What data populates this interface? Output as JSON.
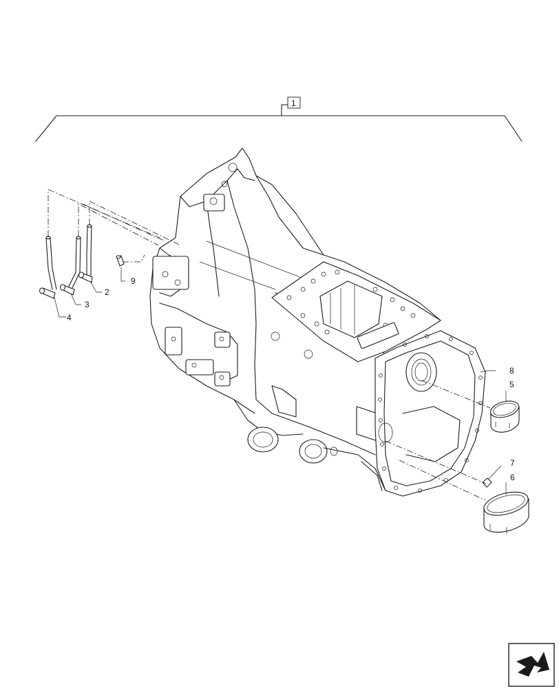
{
  "callouts": [
    {
      "id": "1",
      "boxed": true
    },
    {
      "id": "2"
    },
    {
      "id": "3"
    },
    {
      "id": "4"
    },
    {
      "id": "5"
    },
    {
      "id": "6"
    },
    {
      "id": "7"
    },
    {
      "id": "8"
    },
    {
      "id": "9"
    }
  ],
  "nav_icon": "next-page-arrow-icon"
}
